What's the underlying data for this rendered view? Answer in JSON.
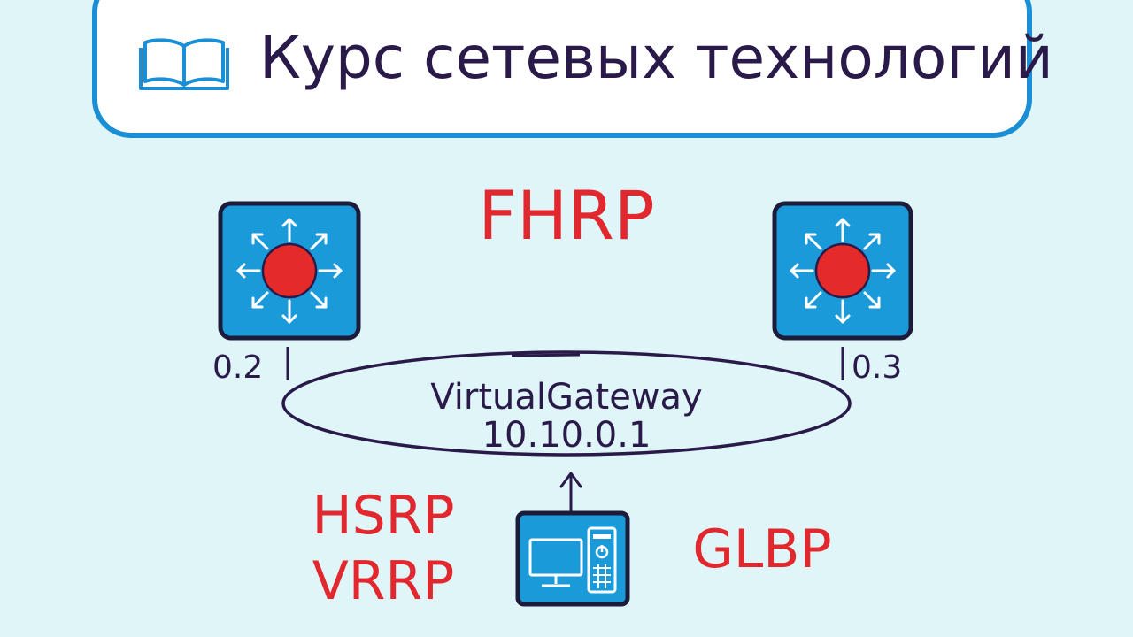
{
  "header": {
    "title": "Курс сетевых технологий",
    "icon": "book-icon"
  },
  "diagram": {
    "title": "FHRP",
    "left_router": {
      "icon": "layer3-switch-icon",
      "label": "0.2"
    },
    "right_router": {
      "icon": "layer3-switch-icon",
      "label": "0.3"
    },
    "gateway": {
      "name": "VirtualGateway",
      "ip": "10.10.0.1"
    },
    "host": {
      "icon": "computer-workstation-icon"
    },
    "protocols_left": [
      "HSRP",
      "VRRP"
    ],
    "protocols_right": [
      "GLBP"
    ]
  },
  "colors": {
    "background": "#dff5f8",
    "accent_blue": "#1a8fd6",
    "device_blue": "#1a9ad9",
    "protocol_red": "#e0282e",
    "ink": "#2a1a4a"
  }
}
